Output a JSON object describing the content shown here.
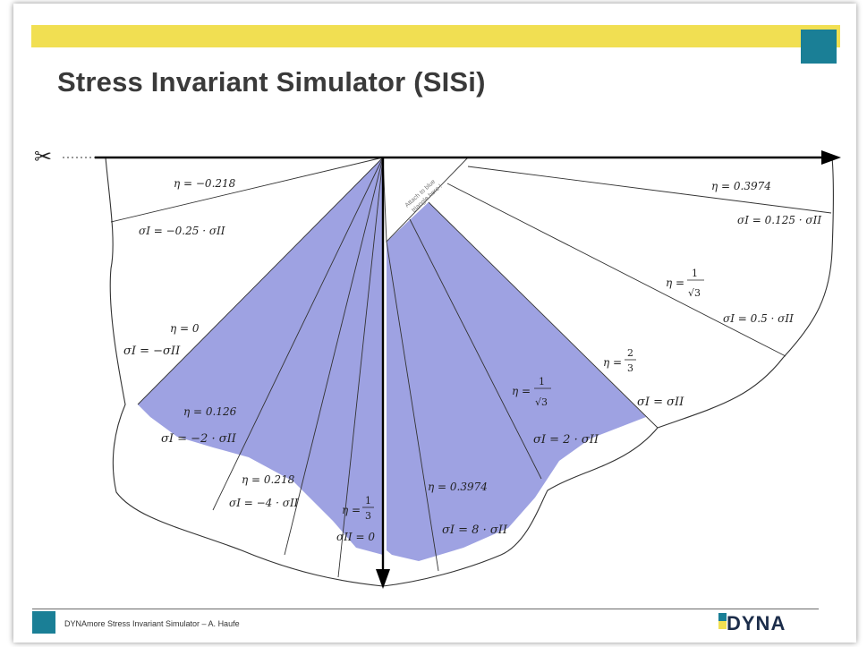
{
  "slide": {
    "title": "Stress Invariant Simulator (SISi)",
    "accent_yellow": "#f1df52",
    "accent_teal": "#1a7f96",
    "fill_blue": "#9ea2e2"
  },
  "diagram": {
    "cut_marker": "✂",
    "glue_tab": [
      "Attach to blue",
      "triangle here !"
    ],
    "left_fan": {
      "r1": {
        "eta": "η = −0.218",
        "sigma": "σI = −0.25 · σII"
      },
      "r2": {
        "eta": "η = 0",
        "sigma": "σI = −σII"
      },
      "r3": {
        "eta": "η = 0.126",
        "sigma": "σI = −2 · σII"
      },
      "r4": {
        "eta": "η = 0.218",
        "sigma": "σI = −4 · σII"
      },
      "r5": {
        "eta_prefix": "η =",
        "eta_num": "1",
        "eta_den": "3",
        "sigma": "σII = 0"
      }
    },
    "right_fan": {
      "r1": {
        "eta": "η = 0.3974",
        "sigma": "σI = 8 · σII"
      },
      "r2": {
        "eta_prefix": "η =",
        "eta_num": "1",
        "eta_den": "√3",
        "sigma": "σI = 2 · σII"
      },
      "r3": {
        "eta_prefix": "η =",
        "eta_num": "2",
        "eta_den": "3",
        "sigma": "σI = σII"
      },
      "r4": {
        "eta_prefix": "η =",
        "eta_num": "1",
        "eta_den": "√3",
        "sigma": "σI = 0.5 · σII"
      },
      "r5": {
        "eta": "η = 0.3974",
        "sigma": "σI = 0.125 · σII"
      }
    }
  },
  "footer": {
    "caption": "DYNAmore Stress Invariant Simulator – A. Haufe",
    "logo": "DYNA"
  }
}
